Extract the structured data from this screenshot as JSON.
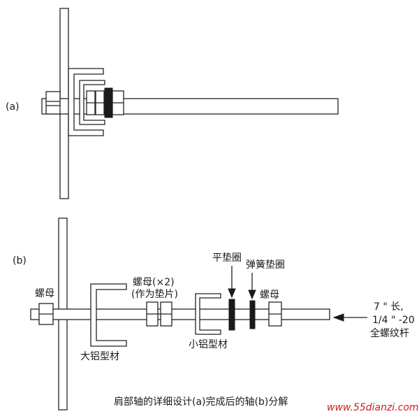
{
  "labels": {
    "part_a": "(a)",
    "part_b": "(b)",
    "nut_left": "螺母",
    "nuts_x2_line1": "螺母(×2)",
    "nuts_x2_line2": "(作为垫片)",
    "flat_washer": "平垫圈",
    "spring_washer": "弹簧垫圈",
    "nut_right": "螺母",
    "large_channel": "大铝型材",
    "small_channel": "小铝型材",
    "rod_line1": "7 \" 长,",
    "rod_line2": "1/4 \" -20",
    "rod_line3": "全螺纹杆"
  },
  "caption": "肩部轴的详细设计(a)完成后的轴(b)分解",
  "watermark": "www.55dianzi.com",
  "colors": {
    "line": "#222222",
    "dark_part": "#1a1a1a",
    "watermark": "#cc1a1a"
  }
}
